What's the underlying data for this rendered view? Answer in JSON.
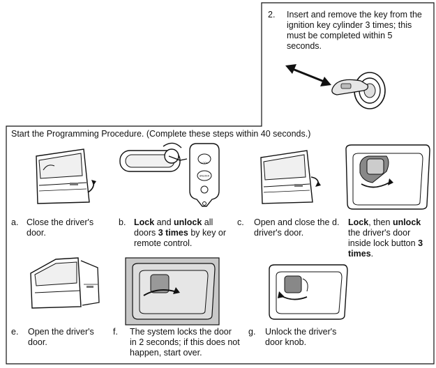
{
  "step2": {
    "number": "2.",
    "text": "Insert and remove the key from the ignition key cylinder 3 times; this must be completed within 5 seconds."
  },
  "procedure": {
    "header": "Start the Programming Procedure. (Complete these steps within 40 seconds.)",
    "remote_labels": {
      "lock": "LOCK",
      "unlock": "UNLOCK"
    },
    "steps": [
      {
        "letter": "a.",
        "text": "Close the driver's door."
      },
      {
        "letter": "b.",
        "parts": [
          "Lock",
          " and ",
          "unlock",
          " all doors ",
          "3 times",
          " by key or remote control."
        ]
      },
      {
        "letter": "c.",
        "text": "Open and close the driver's door."
      },
      {
        "letter": "d.",
        "parts": [
          "Lock",
          ", then ",
          "unlock",
          " the driver's door inside lock button ",
          "3 times",
          "."
        ]
      },
      {
        "letter": "e.",
        "text": "Open the driver's door."
      },
      {
        "letter": "f.",
        "text": "The system locks the door in 2 seconds; if this does not happen, start over."
      },
      {
        "letter": "g.",
        "text": "Unlock the driver's door knob."
      }
    ]
  }
}
